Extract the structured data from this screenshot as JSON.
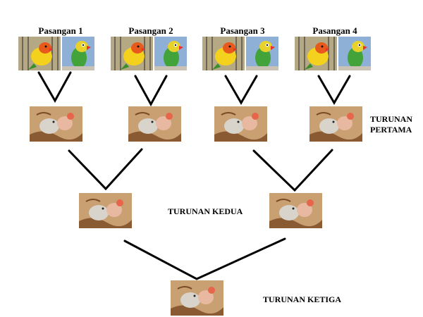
{
  "pairs": [
    {
      "label": "Pasangan 1"
    },
    {
      "label": "Pasangan 2"
    },
    {
      "label": "Pasangan 3"
    },
    {
      "label": "Pasangan 4"
    }
  ],
  "generations": {
    "first": {
      "line1": "TURUNAN",
      "line2": "PERTAMA"
    },
    "second": {
      "label": "TURUNAN KEDUA"
    },
    "third": {
      "label": "TURUNAN KETIGA"
    }
  },
  "colors": {
    "line": "#000000",
    "text": "#000000",
    "background": "#ffffff"
  },
  "icons": {
    "parent_male": "yellow-lovebird-photo",
    "parent_female": "green-lovebird-photo",
    "offspring": "lovebird-chicks-nest-photo"
  }
}
